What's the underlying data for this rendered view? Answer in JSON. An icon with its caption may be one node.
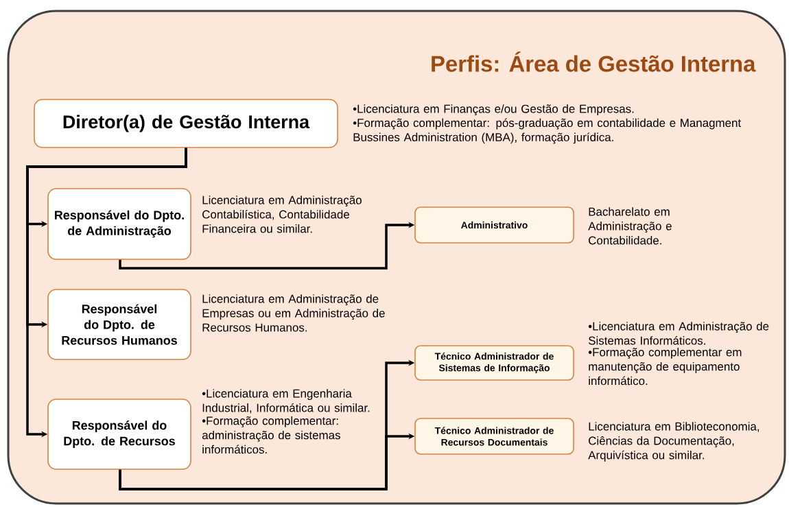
{
  "diagram": {
    "title": "Perfis: Área de Gestão Interna",
    "nodes": [
      {
        "text": [
          "Diretor(a) de Gestão Interna"
        ],
        "beside": [
          "•Licenciatura em Finanças e/ou Gestão de Empresas.",
          "•Formação complementar: pós-graduação em contabilidade e Managment Bussines Administration (MBA), formação jurídica."
        ]
      },
      {
        "text": [
          "Responsável do Dpto. de Administração"
        ],
        "beside": [
          "Licenciatura em Administração Contabilística, Contabilidade Financeira ou similar."
        ]
      },
      {
        "text": [
          "Responsável do Dpto. de Recursos Humanos"
        ],
        "beside": [
          "Licenciatura em Administração de Empresas ou em Administração de Recursos Humanos."
        ]
      },
      {
        "text": [
          "Responsável do Dpto. de Recursos"
        ],
        "beside": [
          "•Licenciatura em Engenharia Industrial, Informática ou similar.",
          "•Formação complementar: administração de sistemas informáticos."
        ]
      },
      {
        "text": [
          "Administrativo"
        ],
        "beside": [
          "Bacharelato em Administração e Contabilidade."
        ]
      },
      {
        "text": [
          "Técnico Administrador de Sistemas de Informação"
        ],
        "beside": [
          "•Licenciatura em Administração de Sistemas Informáticos.",
          "•Formação complementar em manutenção de equipamento informático."
        ]
      },
      {
        "text": [
          "Técnico Administrador de Recursos Documentais"
        ],
        "beside": [
          "Licenciatura em Biblioteconomia, Ciências da Documentação, Arquivística ou similar."
        ]
      }
    ],
    "edges": [
      {
        "from": 0,
        "to": 1,
        "arrow": "to"
      },
      {
        "from": 0,
        "to": 2,
        "arrow": "to"
      },
      {
        "from": 0,
        "to": 3,
        "arrow": "to"
      },
      {
        "from": 1,
        "to": 4,
        "arrow": "to"
      },
      {
        "from": 3,
        "to": 5,
        "arrow": "to"
      },
      {
        "from": 3,
        "to": 6,
        "arrow": "to"
      }
    ]
  }
}
